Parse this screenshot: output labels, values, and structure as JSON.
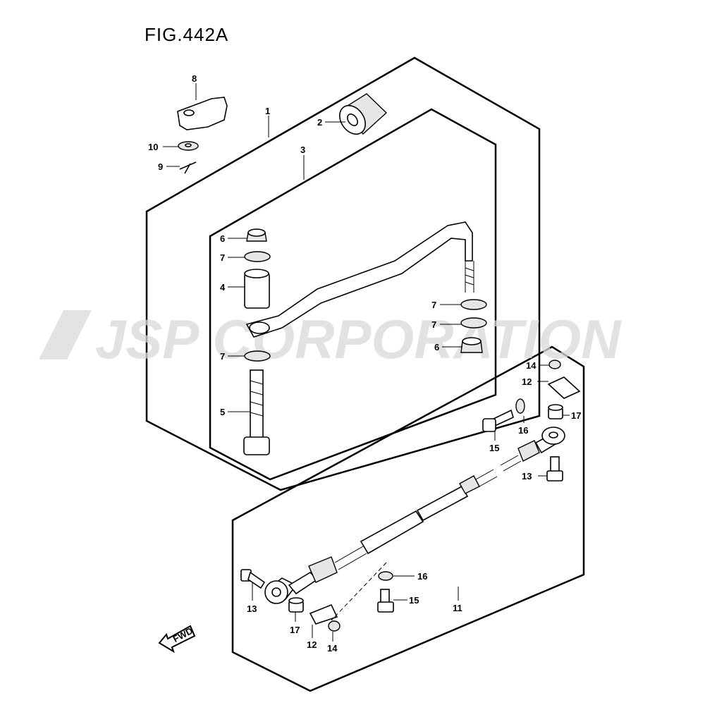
{
  "figure": {
    "title": "FIG.442A",
    "watermark": "JSP CORPORATION",
    "direction_label": "FWD"
  },
  "callouts": [
    {
      "id": "c8",
      "label": "8"
    },
    {
      "id": "c1",
      "label": "1"
    },
    {
      "id": "c2",
      "label": "2"
    },
    {
      "id": "c10",
      "label": "10"
    },
    {
      "id": "c9",
      "label": "9"
    },
    {
      "id": "c3",
      "label": "3"
    },
    {
      "id": "c6a",
      "label": "6"
    },
    {
      "id": "c7a",
      "label": "7"
    },
    {
      "id": "c4",
      "label": "4"
    },
    {
      "id": "c7b",
      "label": "7"
    },
    {
      "id": "c7c",
      "label": "7"
    },
    {
      "id": "c7d",
      "label": "7"
    },
    {
      "id": "c6b",
      "label": "6"
    },
    {
      "id": "c5",
      "label": "5"
    },
    {
      "id": "c14a",
      "label": "14"
    },
    {
      "id": "c12a",
      "label": "12"
    },
    {
      "id": "c17a",
      "label": "17"
    },
    {
      "id": "c16a",
      "label": "16"
    },
    {
      "id": "c15a",
      "label": "15"
    },
    {
      "id": "c13a",
      "label": "13"
    },
    {
      "id": "c16b",
      "label": "16"
    },
    {
      "id": "c15b",
      "label": "15"
    },
    {
      "id": "c11",
      "label": "11"
    },
    {
      "id": "c13b",
      "label": "13"
    },
    {
      "id": "c17b",
      "label": "17"
    },
    {
      "id": "c12b",
      "label": "12"
    },
    {
      "id": "c14b",
      "label": "14"
    }
  ],
  "colors": {
    "line": "#000000",
    "watermark": "#d9d9d9",
    "fill": "#e6e6e6"
  }
}
